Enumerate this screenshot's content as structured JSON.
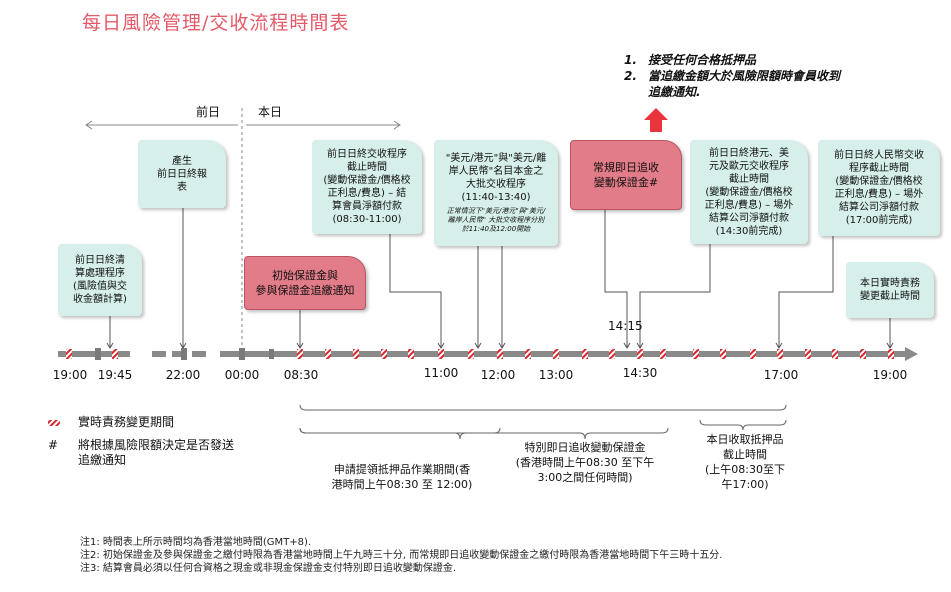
{
  "title": "每日風險管理/交收流程時間表",
  "notes_top": [
    {
      "num": "1.",
      "text": "接受任何合格抵押品"
    },
    {
      "num": "2.",
      "text": "當追繳金額大於風險限額時會員收到\n追繳通知."
    }
  ],
  "day_labels": {
    "prev": "前日",
    "current": "本日"
  },
  "boxes": {
    "clearing": "前日日終清\n算處理程序\n(風險值與交\n收金額計算)",
    "report": "產生\n前日日終報\n表",
    "initial_margin": "初始保證金與\n參與保證金追繳通知",
    "eod_settle": "前日日終交收程序\n截止時間\n(變動保證金/價格校\n正利息/費息) – 結\n算會員淨額付款\n(08:30-11:00)",
    "usd_cnh": "\"美元/港元\"與\"美元/離\n岸人民幣\"名目本金之\n大批交收程序\n(11:40-13:40)",
    "usd_cnh_note": "正常情況下\"美元/港元\"與\"美元/\n離岸人民幣\" 大批交收程序分別\n於11:40及12:00開始",
    "intraday_vm": "常規即日追收\n變動保證金#",
    "hkd_eod": "前日日終港元、美\n元及歐元交收程序\n截止時間\n(變動保證金/價格校\n正利息/費息) – 場外\n結算公司淨額付款\n(14:30前完成)",
    "rmb_eod": "前日日終人民幣交收\n程序截止時間\n(變動保證金/價格校\n正利息/費息) – 場外\n結算公司淨額付款\n(17:00前完成)",
    "cutoff": "本日實時責務\n變更截止時間"
  },
  "timeline": {
    "ticks": [
      "19:00",
      "19:45",
      "22:00",
      "00:00",
      "08:30",
      "11:00",
      "12:00",
      "13:00",
      "14:30",
      "17:00",
      "19:00"
    ],
    "marker_1415": "14:15"
  },
  "legend": {
    "striped": "實時責務變更期間",
    "hash_symbol": "#",
    "hash_text": "將根據風險限額決定是否發送\n追繳通知"
  },
  "brackets": {
    "collateral_withdrawal": "申請提領抵押品作業期間(香\n港時間上午08:30 至 12:00)",
    "special_intraday": "特別即日追收變動保證金\n(香港時間上午08:30 至下午\n3:00之間任何時間)",
    "collateral_cutoff": "本日收取抵押品\n截止時間\n(上午08:30至下\n午17:00)"
  },
  "footnotes": [
    "注1: 時間表上所示時間均為香港當地時間(GMT+8).",
    "注2: 初始保證金及參與保證金之繳付時限為香港當地時間上午九時三十分, 而常規即日追收變動保證金之繳付時限為香港當地時間下午三時十五分.",
    "注3: 結算會員必須以任何合資格之現金或非現金保證金支付特別即日追收變動保證金."
  ],
  "colors": {
    "title": "#e45a68",
    "teal_box": "#d6efea",
    "pink_box": "#e27c88",
    "axis": "#8a8a8a",
    "stripe_red": "#d9262c",
    "arrow_red": "#e8343a"
  }
}
